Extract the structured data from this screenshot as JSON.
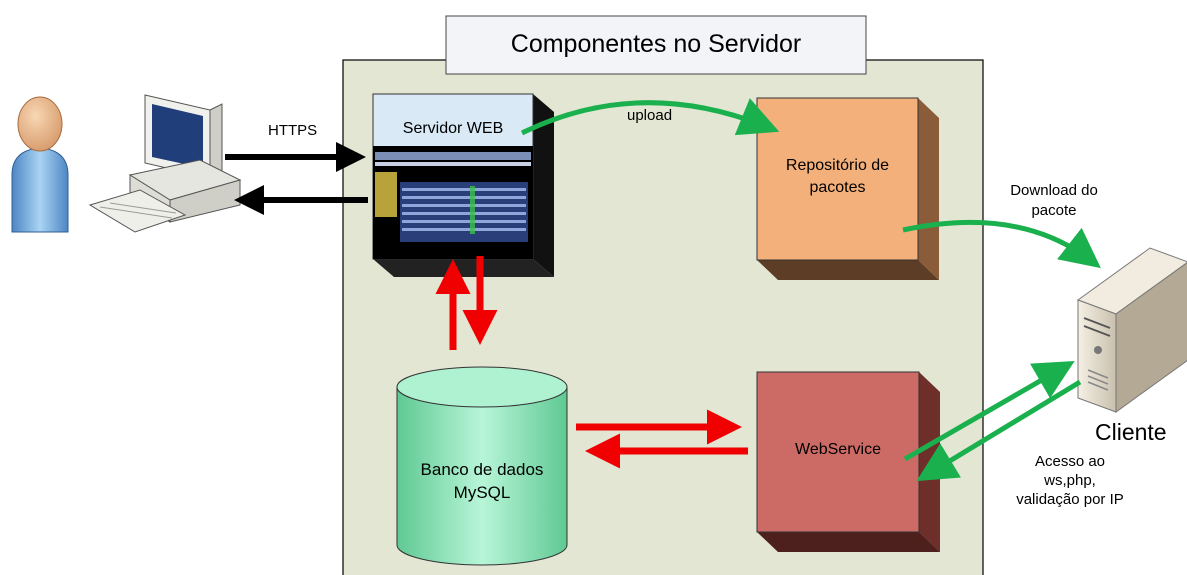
{
  "title": "Componentes no Servidor",
  "labels": {
    "https": "HTTPS",
    "upload": "upload",
    "download_line1": "Download do",
    "download_line2": "pacote",
    "servidor_web": "Servidor WEB",
    "repositorio_line1": "Repositório de",
    "repositorio_line2": "pacotes",
    "banco_line1": "Banco de dados",
    "banco_line2": "MySQL",
    "webservice": "WebService",
    "cliente": "Cliente",
    "acesso_line1": "Acesso ao",
    "acesso_line2": "ws,php,",
    "acesso_line3": "validação por IP"
  },
  "colors": {
    "server_area": "#e2e6d3",
    "title_box": "#f3f4f7",
    "repositorio": "#f4b07a",
    "webservice": "#cc6b65",
    "database": "#88e0b8",
    "green_arrow": "#1bb04e",
    "red_arrow": "#f00000",
    "black_arrow": "#000000"
  },
  "icons": {
    "user": "user-icon",
    "workstation": "computer-icon",
    "client_server": "server-tower-icon",
    "web_screenshot": "web-page-thumbnail-icon"
  }
}
